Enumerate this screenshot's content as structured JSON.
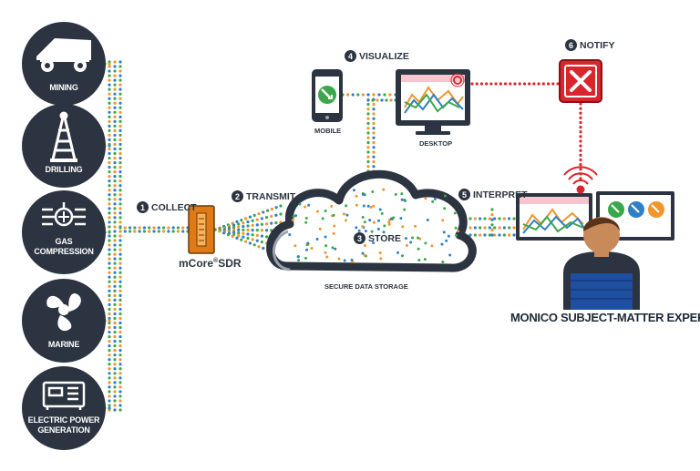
{
  "sources": [
    {
      "label": "MINING",
      "icon": "mining-truck-icon"
    },
    {
      "label": "DRILLING",
      "icon": "oil-derrick-icon"
    },
    {
      "label": "GAS COMPRESSION",
      "icon": "gas-compression-icon"
    },
    {
      "label": "MARINE",
      "icon": "propeller-icon"
    },
    {
      "label": "ELECTRIC POWER GENERATION",
      "icon": "generator-icon"
    }
  ],
  "sources_lines": {
    "gas_1": "GAS",
    "gas_2": "COMPRESSION",
    "epg_1": "ELECTRIC POWER",
    "epg_2": "GENERATION"
  },
  "steps": {
    "collect": {
      "num": "1",
      "label": "COLLECT"
    },
    "transmit": {
      "num": "2",
      "label": "TRANSMIT"
    },
    "store": {
      "num": "3",
      "label": "STORE"
    },
    "visualize": {
      "num": "4",
      "label": "VISUALIZE"
    },
    "interpret": {
      "num": "5",
      "label": "INTERPRET"
    },
    "notify": {
      "num": "6",
      "label": "NOTIFY"
    }
  },
  "device": {
    "name": "mCore",
    "reg": "®",
    "suffix": "SDR"
  },
  "labels": {
    "mobile": "MOBILE",
    "desktop": "DESKTOP",
    "storage": "SECURE DATA STORAGE",
    "expert": "MONICO SUBJECT-MATTER EXPERT"
  },
  "colors": {
    "dark": "#2b3440",
    "green": "#3aa84a",
    "orange": "#f0962a",
    "blue": "#2f7fc8",
    "red": "#d9262c",
    "device_orange": "#e07a18"
  }
}
